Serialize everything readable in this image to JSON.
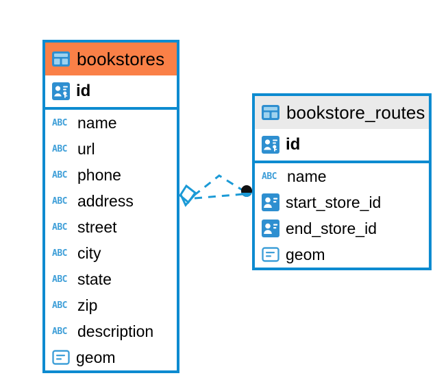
{
  "diagram": {
    "type": "entity-relationship-diagram",
    "colors": {
      "border": "#0d8bd0",
      "header_accent": "#fa8047",
      "header_plain": "#eaeaea",
      "icon_blue": "#3f9fd8",
      "text": "#000000",
      "edge": "#1b9ad6",
      "edge_endpoint_fill": "#111111"
    }
  },
  "tables": [
    {
      "name": "bookstores",
      "header_style": "accent",
      "icon": "table-icon",
      "primary_key": {
        "label": "id",
        "icon": "primary-key-icon"
      },
      "fields": [
        {
          "label": "name",
          "icon": "text-field-icon"
        },
        {
          "label": "url",
          "icon": "text-field-icon"
        },
        {
          "label": "phone",
          "icon": "text-field-icon"
        },
        {
          "label": "address",
          "icon": "text-field-icon"
        },
        {
          "label": "street",
          "icon": "text-field-icon"
        },
        {
          "label": "city",
          "icon": "text-field-icon"
        },
        {
          "label": "state",
          "icon": "text-field-icon"
        },
        {
          "label": "zip",
          "icon": "text-field-icon"
        },
        {
          "label": "description",
          "icon": "text-field-icon"
        },
        {
          "label": "geom",
          "icon": "geometry-field-icon"
        }
      ]
    },
    {
      "name": "bookstore_routes",
      "header_style": "plain",
      "icon": "table-icon",
      "primary_key": {
        "label": "id",
        "icon": "primary-key-icon"
      },
      "fields": [
        {
          "label": "name",
          "icon": "text-field-icon"
        },
        {
          "label": "start_store_id",
          "icon": "foreign-key-icon"
        },
        {
          "label": "end_store_id",
          "icon": "foreign-key-icon"
        },
        {
          "label": "geom",
          "icon": "geometry-field-icon"
        }
      ]
    }
  ],
  "relationships": [
    {
      "from_table": "bookstores",
      "to_table": "bookstore_routes",
      "source_marker": "open-diamond-crowsfoot",
      "target_marker": "filled-circle",
      "line_style": "dashed"
    }
  ]
}
